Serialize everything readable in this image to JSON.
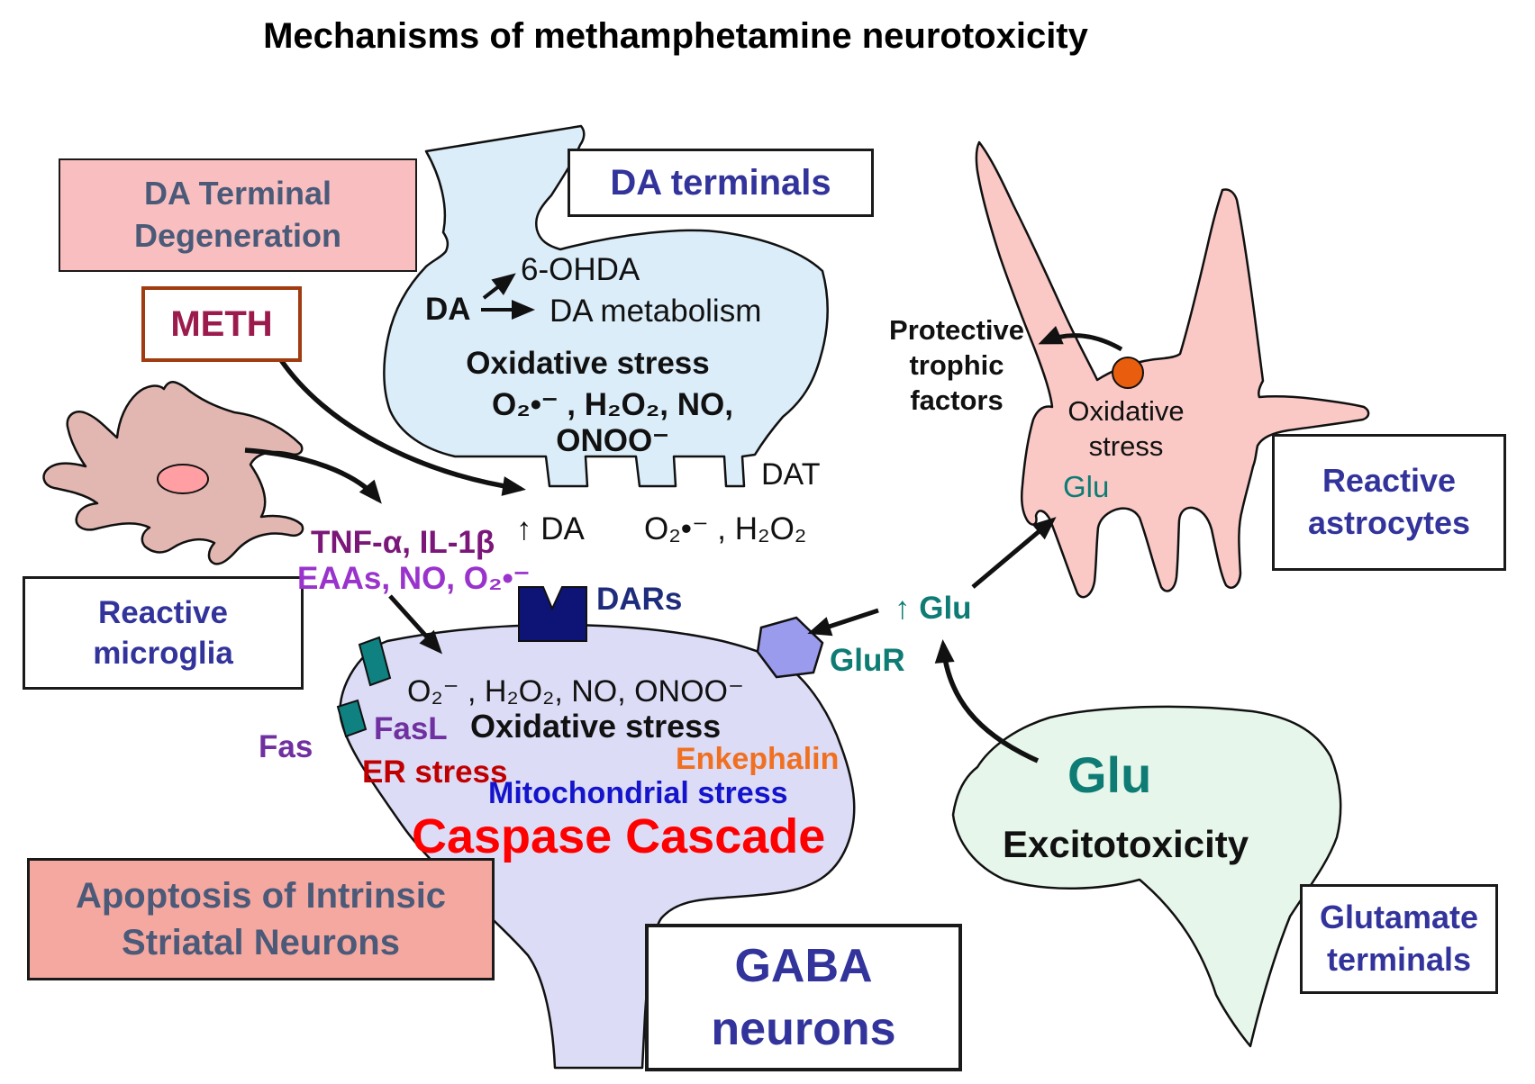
{
  "title": "Mechanisms of methamphetamine neurotoxicity",
  "colors": {
    "label_blue": "#32339B",
    "slate": "#4A5A78",
    "meth_text": "#9B1B4D",
    "meth_border": "#A03C10",
    "purple_dark": "#7B1779",
    "purple_bright": "#9933CC",
    "purple": "#7030A0",
    "red": "#FF0000",
    "dark_red": "#C00000",
    "orange": "#F07020",
    "blue": "#1414CC",
    "teal": "#0E7C74",
    "navy": "#1F2C7C",
    "da_terminal_fill": "#DBEDF9",
    "gaba_neuron_fill": "#DCDCF7",
    "astrocyte_fill": "#FAC9C6",
    "microglia_fill": "#E2B7B1",
    "microglia_nucleus": "#FF9FA3",
    "astrocyte_nucleus": "#E85E0E",
    "glutamate_fill": "#E6F6EA",
    "box_pink": "#F9BFC0",
    "box_salmon": "#F5A8A0",
    "receptor_navy": "#0E1476",
    "receptor_teal": "#0E8180",
    "receptor_periwinkle": "#9B9BEE"
  },
  "boxes": {
    "da_terminal_degeneration": {
      "line1": "DA Terminal",
      "line2": "Degeneration"
    },
    "meth": {
      "label": "METH"
    },
    "da_terminals": {
      "label": "DA terminals"
    },
    "reactive_microglia": {
      "line1": "Reactive",
      "line2": "microglia"
    },
    "reactive_astrocytes": {
      "line1": "Reactive",
      "line2": "astrocytes"
    },
    "apoptosis": {
      "line1": "Apoptosis of Intrinsic",
      "line2": "Striatal Neurons"
    },
    "gaba_neurons": {
      "line1": "GABA",
      "line2": "neurons"
    },
    "glutamate_terminals": {
      "line1": "Glutamate",
      "line2": "terminals"
    }
  },
  "da_terminal": {
    "da": "DA",
    "ohda": "6-OHDA",
    "metabolism": "DA metabolism",
    "oxidative": "Oxidative stress",
    "ros": "O₂•⁻ , H₂O₂, NO, ONOO⁻",
    "dat": "DAT"
  },
  "synapse": {
    "da_up": "↑ DA",
    "ros": "O₂•⁻ , H₂O₂"
  },
  "microglia_signals": {
    "cytokines": "TNF-α, IL-1β",
    "eaas": "EAAs, NO, O₂•⁻"
  },
  "gaba_neuron": {
    "dars": "DARs",
    "glur": "GluR",
    "glu_up": "↑ Glu",
    "fas": "Fas",
    "fasl": "FasL",
    "er_stress": "ER stress",
    "ros": "O₂⁻ , H₂O₂, NO, ONOO⁻",
    "oxidative": "Oxidative stress",
    "enkephalin": "Enkephalin",
    "mito": "Mitochondrial stress",
    "caspase": "Caspase Cascade"
  },
  "astrocyte": {
    "trophic_l1": "Protective",
    "trophic_l2": "trophic",
    "trophic_l3": "factors",
    "oxidative_l1": "Oxidative",
    "oxidative_l2": "stress",
    "glu": "Glu"
  },
  "glutamate": {
    "glu": "Glu",
    "excitotoxicity": "Excitotoxicity"
  }
}
